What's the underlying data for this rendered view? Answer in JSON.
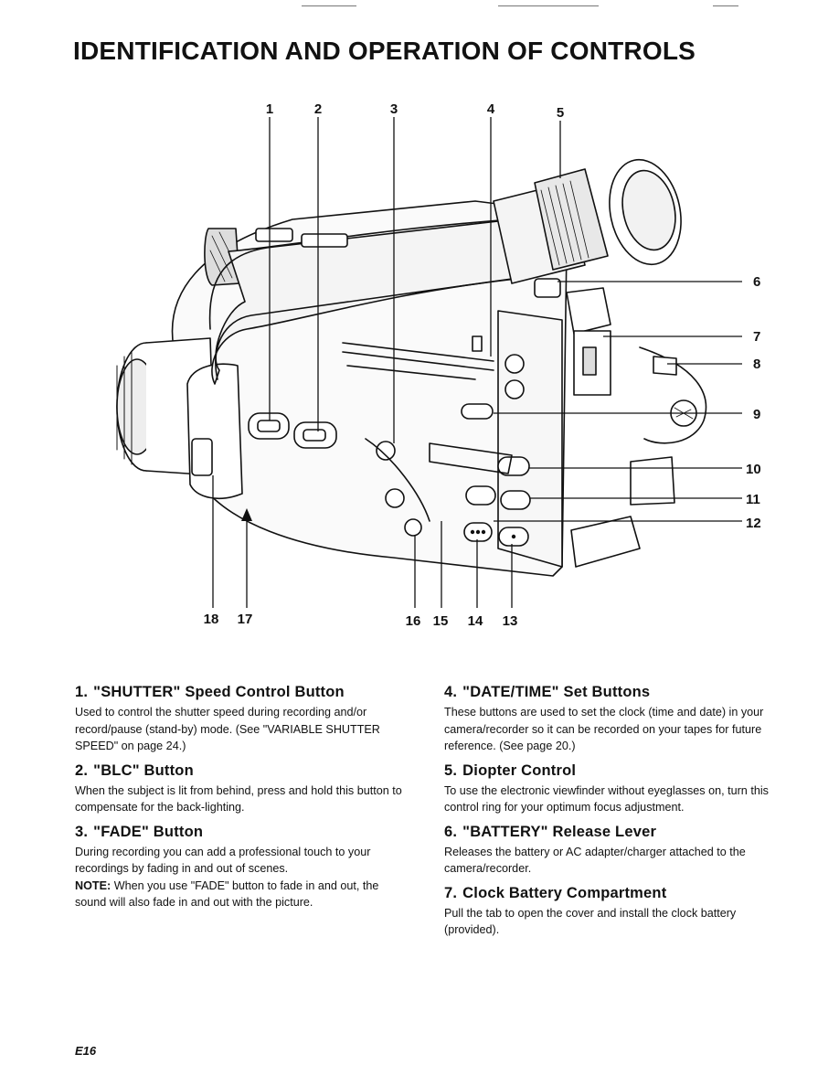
{
  "title": "IDENTIFICATION AND OPERATION OF CONTROLS",
  "callouts": {
    "c1": "1",
    "c2": "2",
    "c3": "3",
    "c4": "4",
    "c5": "5",
    "c6": "6",
    "c7": "7",
    "c8": "8",
    "c9": "9",
    "c10": "10",
    "c11": "11",
    "c12": "12",
    "c13": "13",
    "c14": "14",
    "c15": "15",
    "c16": "16",
    "c17": "17",
    "c18": "18"
  },
  "items": [
    {
      "num": "1.",
      "title": "\"SHUTTER\" Speed Control Button",
      "text": "Used to control the shutter speed during recording and/or record/pause (stand-by) mode. (See \"VARIABLE SHUTTER SPEED\" on page 24.)"
    },
    {
      "num": "2.",
      "title": "\"BLC\" Button",
      "text": "When the subject is lit from behind, press and hold this button to compensate for the back-lighting."
    },
    {
      "num": "3.",
      "title": "\"FADE\" Button",
      "text": "During recording you can add a professional touch to your recordings by fading in and out of scenes.",
      "note_label": "NOTE:",
      "note_text": "When you use \"FADE\" button to fade in and out, the sound will also fade in and out with the picture."
    },
    {
      "num": "4.",
      "title": "\"DATE/TIME\" Set Buttons",
      "text": "These buttons are used to set the clock (time and date) in your camera/recorder so it can be recorded on your tapes for future reference. (See page 20.)"
    },
    {
      "num": "5.",
      "title": "Diopter Control",
      "text": "To use the electronic viewfinder without eyeglasses on, turn this control ring for your optimum focus adjustment."
    },
    {
      "num": "6.",
      "title": "\"BATTERY\" Release Lever",
      "text": "Releases the battery or AC adapter/charger attached to the camera/recorder."
    },
    {
      "num": "7.",
      "title": "Clock Battery Compartment",
      "text": "Pull the tab to open the cover and install the clock battery (provided)."
    }
  ],
  "page_number": "E16"
}
